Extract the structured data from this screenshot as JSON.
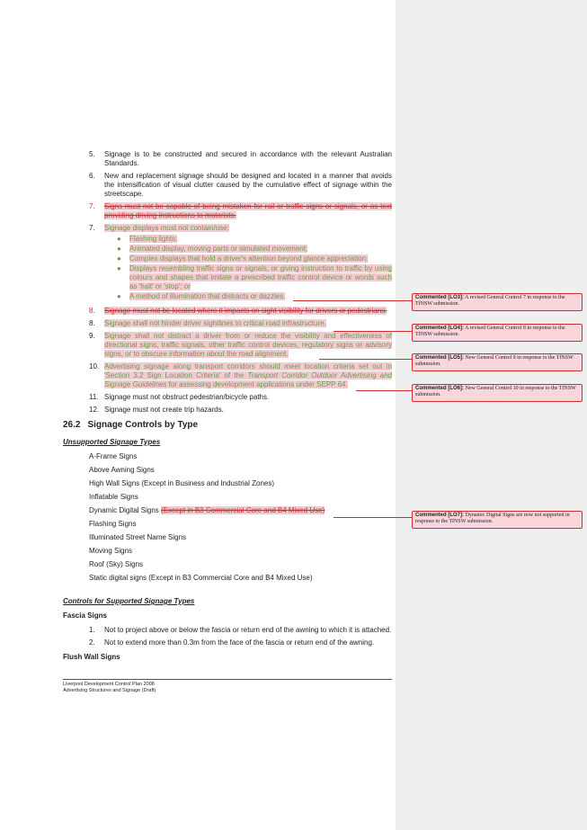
{
  "items_top": [
    {
      "n": "5.",
      "text": "Signage is to be constructed and secured in accordance with the relevant Australian Standards."
    },
    {
      "n": "6.",
      "text": "New and replacement signage should be designed and located in a manner that avoids the intensification of visual clutter caused by the cumulative effect of signage within the streetscape."
    }
  ],
  "item7_deleted": {
    "n": "7.",
    "text": "Signs must not be capable of being mistaken for rail or traffic signs or signals, or as text providing driving instructions to motorists."
  },
  "item7_new": {
    "n": "7.",
    "text": "Signage displays must not contain/use:"
  },
  "bullets": [
    "Flashing lights;",
    "Animated display, moving parts or simulated movement;",
    "Complex displays that hold a driver's attention beyond glance appreciation;",
    "Displays resembling traffic signs or signals, or giving instruction to traffic by using colours and shapes that imitate a prescribed traffic control device or words such as 'halt' or 'stop'; or",
    "A method of illumination that distracts or dazzles."
  ],
  "item8_deleted": {
    "n": "8.",
    "text": "Signage must not be located where it impacts on sight visibility for drivers or pedestrians."
  },
  "item8_new": {
    "n": "8.",
    "text": "Signage shall not hinder driver sightlines to critical road infrastructure."
  },
  "item9_new": {
    "n": "9.",
    "text": "Signage shall not distract a driver from or reduce the visibility and effectiveness of directional signs, traffic signals, other traffic control devices, regulatory signs or advisory signs, or to obscure information about the road alignment."
  },
  "item10_new": {
    "n": "10.",
    "text_a": "Advertising signage along transport corridors should meet location criteria set out in 'Section 3.2 Sign Location Criteria' of the ",
    "text_italic": "Transport Corridor Outdoor Advertising and Signage Guidelines",
    "text_b": " for assessing development applications under SEPP 64."
  },
  "items_bottom": [
    {
      "n": "11.",
      "text": "Signage must not obstruct pedestrian/bicycle paths."
    },
    {
      "n": "12.",
      "text": "Signage must not create trip hazards."
    }
  ],
  "section": {
    "number": "26.2",
    "title": "Signage Controls by Type"
  },
  "unsupported_heading": "Unsupported Signage Types",
  "unsupported": {
    "a_frame": "A-Frame Signs",
    "above_awning": "Above Awning Signs",
    "high_wall": "High Wall Signs (Except in Business and Industrial Zones)",
    "inflatable": "Inflatable Signs",
    "dynamic_digital": "Dynamic Digital Signs",
    "dynamic_digital_deleted": "(Except in B3 Commercial Core and B4 Mixed Use)",
    "flashing": "Flashing Signs",
    "illuminated": "Illuminated Street Name Signs",
    "moving": "Moving Signs",
    "roof": "Roof (Sky) Signs",
    "static_digital": "Static digital signs (Except in B3 Commercial Core and B4 Mixed Use)"
  },
  "supported_heading": "Controls for Supported Signage Types",
  "fascia_heading": "Fascia Signs",
  "fascia_items": [
    {
      "n": "1.",
      "text": "Not to project above or below the fascia or return end of the awning to which it is attached."
    },
    {
      "n": "2.",
      "text": "Not to extend more than 0.3m from the face of the fascia or return end of the awning."
    }
  ],
  "flush_heading": "Flush Wall Signs",
  "footer": {
    "line1": "Liverpool Development Control Plan 2008",
    "line2": "Advertising Structures and Signage (Draft)"
  },
  "comments": [
    {
      "label": "Commented [LO3]:",
      "text": " A revised General Control 7 in response to the TfNSW submission."
    },
    {
      "label": "Commented [LO4]:",
      "text": " A revised General Control 8 in response to the TfNSW submission."
    },
    {
      "label": "Commented [LO5]:",
      "text": " New General Control 9 in response to the TfNSW submission."
    },
    {
      "label": "Commented [LO6]:",
      "text": " New General Control 10 in response to the TfNSW submission."
    },
    {
      "label": "Commented [LO7]:",
      "text": " Dynamic Digital Signs are now not supported in response to the TfNSW submission."
    }
  ]
}
